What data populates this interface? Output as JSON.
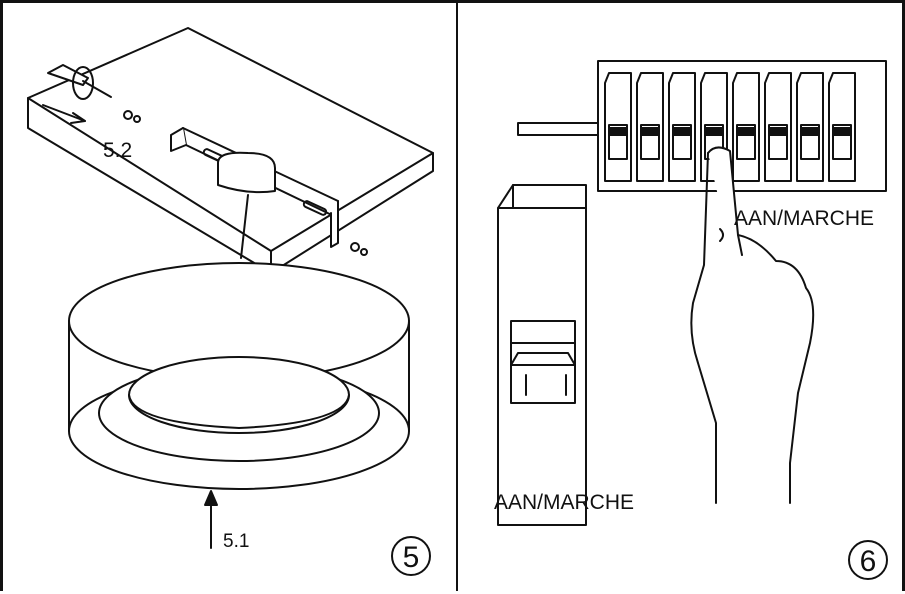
{
  "steps": [
    {
      "number": "5",
      "labels": {
        "arrow_up": "5.1",
        "arrow_screw": "5.2"
      }
    },
    {
      "number": "6",
      "labels": {
        "switch_main": "AAN/MARCHE",
        "switch_panel": "AAN/MARCHE"
      }
    }
  ],
  "colors": {
    "line": "#111111",
    "background": "#ffffff"
  }
}
